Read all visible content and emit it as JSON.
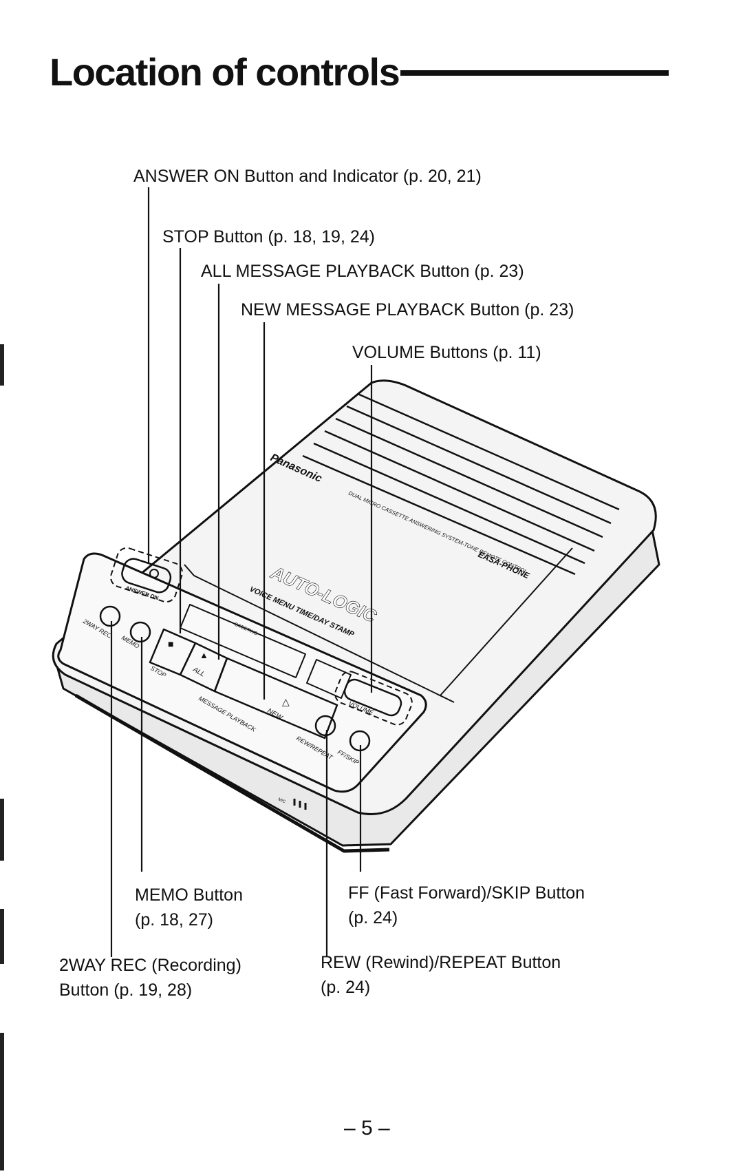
{
  "header": {
    "title": "Location of controls"
  },
  "labels": {
    "answer_on": "ANSWER ON Button and Indicator (p. 20, 21)",
    "stop": "STOP Button (p. 18, 19, 24)",
    "all_message": "ALL MESSAGE PLAYBACK Button (p. 23)",
    "new_message": "NEW MESSAGE PLAYBACK Button (p. 23)",
    "volume": "VOLUME Buttons (p. 11)",
    "memo_line1": "MEMO Button",
    "memo_line2": "(p. 18, 27)",
    "ff_line1": "FF (Fast Forward)/SKIP Button",
    "ff_line2": "(p. 24)",
    "twoway_line1": "2WAY REC (Recording)",
    "twoway_line2": "Button (p. 19, 28)",
    "rew_line1": "REW (Rewind)/REPEAT Button",
    "rew_line2": "(p. 24)"
  },
  "device": {
    "brand": "Panasonic",
    "model_text": "DUAL MICRO CASSETTE ANSWERING SYSTEM-TONE REMOTE CONTROL",
    "easa_phone": "EASA-PHONE",
    "auto_logic": "AUTO-LOGIC",
    "stamp_text": "VOICE MENU TIME/DAY STAMP",
    "answer_on_key": "ANSWER ON",
    "greeting": "GREETING",
    "button_2way": "2WAY REC",
    "button_memo": "MEMO",
    "button_stop": "STOP",
    "button_all": "ALL",
    "button_new": "NEW",
    "message_playback": "MESSAGE PLAYBACK",
    "volume_key": "VOLUME",
    "rew_repeat": "REW/REPEAT",
    "ff_skip": "FF/SKIP",
    "mic": "MIC"
  },
  "footer": {
    "page_number": "– 5 –"
  }
}
